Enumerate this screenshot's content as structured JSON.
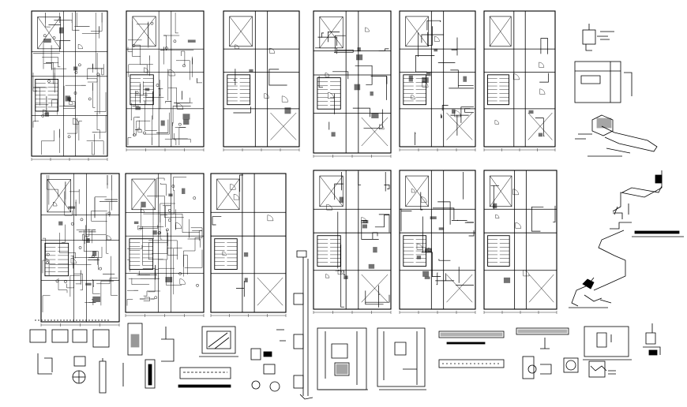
{
  "sheet": {
    "background": "#ffffff",
    "ink": "#000000",
    "description_visible_text": []
  },
  "plans_row1": [
    {
      "id": "plan-r1-1",
      "kind": "electrical-dense"
    },
    {
      "id": "plan-r1-2",
      "kind": "electrical-dense"
    },
    {
      "id": "plan-r1-3",
      "kind": "structural-light"
    },
    {
      "id": "plan-r1-4",
      "kind": "plumbing-medium"
    },
    {
      "id": "plan-r1-5",
      "kind": "plumbing-medium"
    },
    {
      "id": "plan-r1-6",
      "kind": "structural-light"
    }
  ],
  "plans_row2": [
    {
      "id": "plan-r2-1",
      "kind": "electrical-dense"
    },
    {
      "id": "plan-r2-2",
      "kind": "electrical-dense"
    },
    {
      "id": "plan-r2-3",
      "kind": "structural-light"
    },
    {
      "id": "plan-r2-4",
      "kind": "plumbing-medium"
    },
    {
      "id": "plan-r2-5",
      "kind": "plumbing-medium"
    },
    {
      "id": "plan-r2-6",
      "kind": "structural-light"
    }
  ],
  "details": [
    {
      "id": "detail-wall-box"
    },
    {
      "id": "detail-riser-isometric"
    },
    {
      "id": "detail-pipe-isometric"
    },
    {
      "id": "detail-bottom-strip"
    }
  ]
}
